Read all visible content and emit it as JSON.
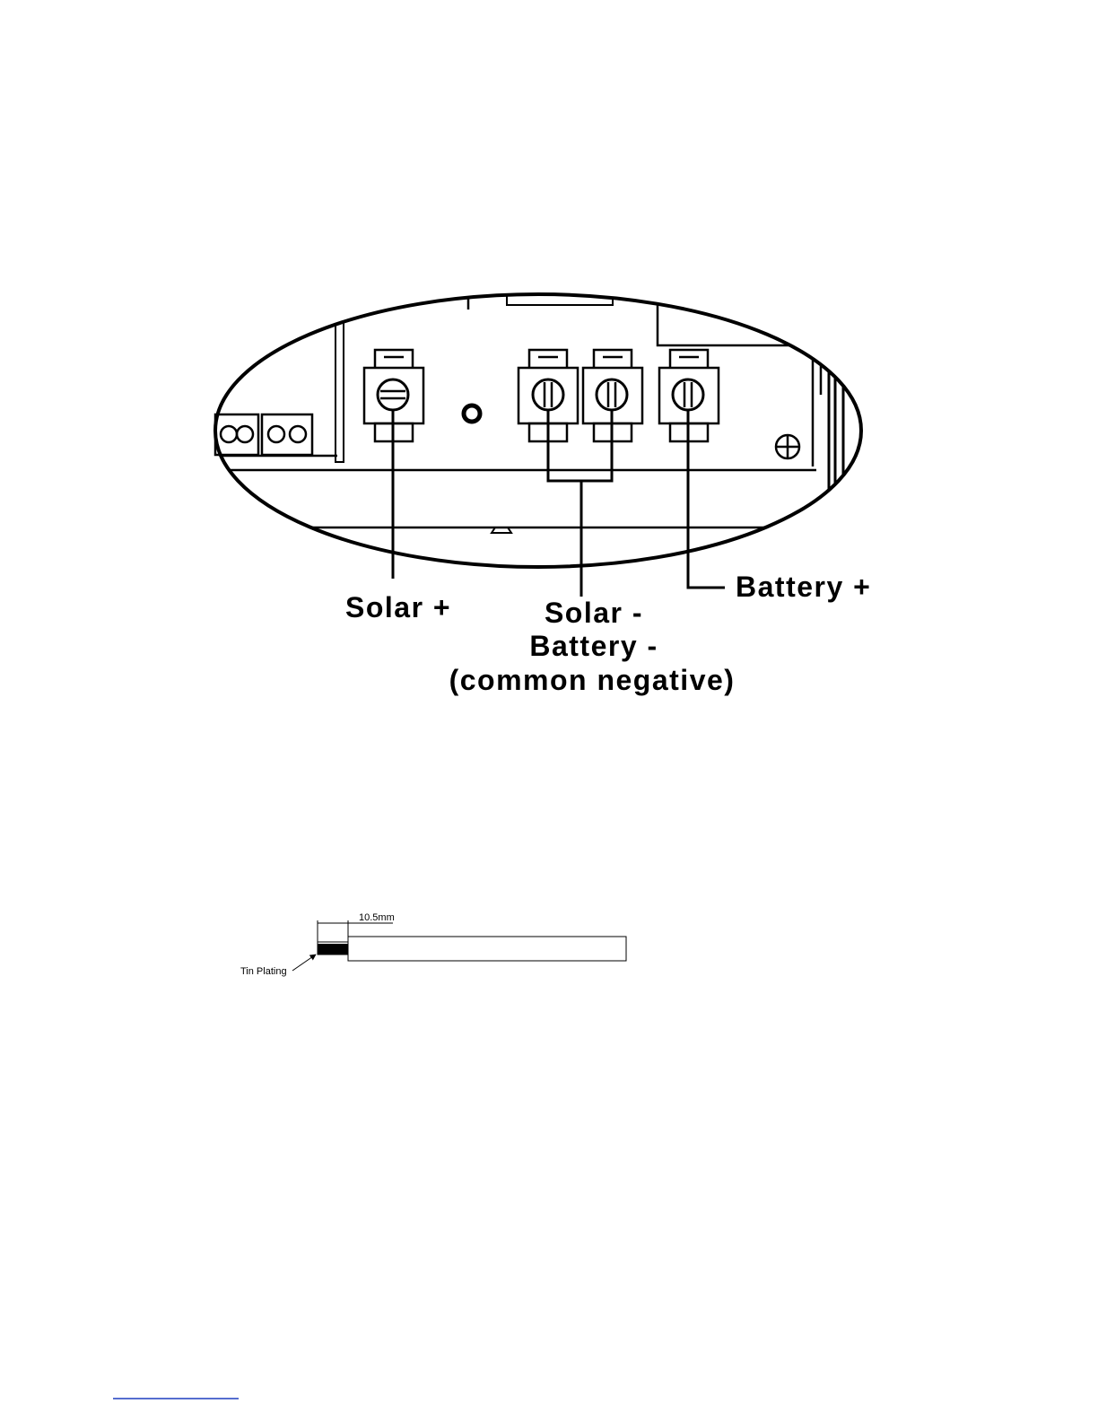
{
  "terminal_diagram": {
    "labels": {
      "solar_positive": "Solar +",
      "battery_positive": "Battery +",
      "solar_negative": "Solar -",
      "battery_negative": "Battery -",
      "common_negative": "(common negative)"
    }
  },
  "wire_diagram": {
    "dimension": "10.5mm",
    "tin_plating": "Tin Plating"
  },
  "colors": {
    "line": "#000000",
    "background": "#ffffff",
    "footer_rule": "#1f3fbf"
  }
}
